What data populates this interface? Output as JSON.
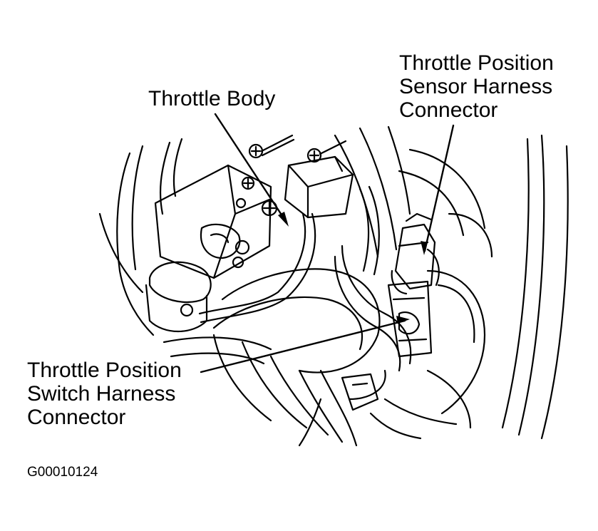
{
  "labels": {
    "throttle_body": "Throttle Body",
    "sensor_connector": [
      "Throttle Position",
      "Sensor Harness",
      "Connector"
    ],
    "switch_connector": [
      "Throttle Position",
      "Switch Harness",
      "Connector"
    ]
  },
  "figure_id": "G00010124",
  "colors": {
    "ink": "#000000",
    "paper": "#ffffff"
  }
}
